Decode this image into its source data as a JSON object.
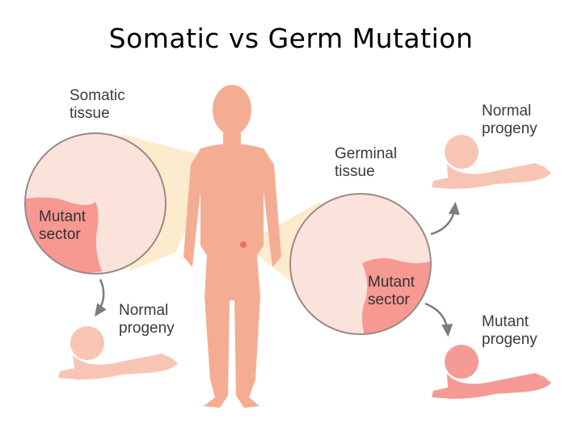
{
  "title": "Somatic vs Germ Mutation",
  "labels": {
    "somatic_tissue": [
      "Somatic",
      "tissue"
    ],
    "germinal_tissue": [
      "Germinal",
      "tissue"
    ],
    "somatic_mutant_sector": [
      "Mutant",
      "sector"
    ],
    "germinal_mutant_sector": [
      "Mutant",
      "sector"
    ],
    "somatic_normal_progeny": [
      "Normal",
      "progeny"
    ],
    "germ_normal_progeny": [
      "Normal",
      "progeny"
    ],
    "germ_mutant_progeny": [
      "Mutant",
      "progeny"
    ]
  },
  "colors": {
    "body": "#f4ad92",
    "circle_fill": "#fbe2da",
    "circle_stroke": "#9a8a84",
    "mutant_sector": "#f79893",
    "callout_cone": "#fde8c4",
    "arrow": "#7c7c7c",
    "baby_normal": "#f8c5b5",
    "baby_mutant": "#f59a94"
  }
}
